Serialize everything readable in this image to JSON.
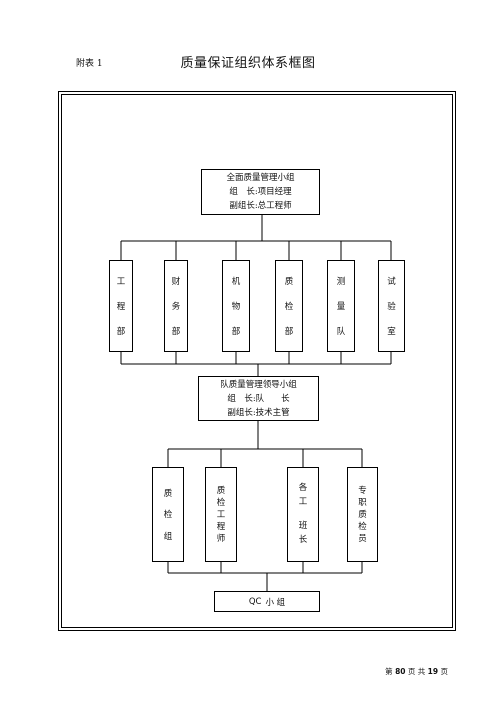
{
  "header": {
    "label": "附表 1",
    "title": "质量保证组织体系框图"
  },
  "top_group": {
    "line1": "全面质量管理小组",
    "line2": "组　长:项目经理",
    "line3": "副组长:总工程师"
  },
  "departments": [
    {
      "chars": [
        "工",
        "程",
        "部"
      ]
    },
    {
      "chars": [
        "财",
        "务",
        "部"
      ]
    },
    {
      "chars": [
        "机",
        "物",
        "部"
      ]
    },
    {
      "chars": [
        "质",
        "检",
        "部"
      ]
    },
    {
      "chars": [
        "测",
        "量",
        "队"
      ]
    },
    {
      "chars": [
        "试",
        "验",
        "室"
      ]
    }
  ],
  "mid_group": {
    "line1": "队质量管理领导小组",
    "line2": "组　长:队　　长",
    "line3": "副组长:技术主管"
  },
  "units": [
    {
      "chars": [
        "质",
        "检",
        "组"
      ]
    },
    {
      "chars": [
        "质",
        "检",
        "工",
        "程",
        "师"
      ]
    },
    {
      "chars": [
        "各",
        "工",
        "班",
        "长"
      ]
    },
    {
      "chars": [
        "专",
        "职",
        "质",
        "检",
        "员"
      ]
    }
  ],
  "qc": {
    "prefix": "QC",
    "text": "小 组"
  },
  "footer": {
    "pre": "第",
    "page": "80",
    "mid": "页 共",
    "total": "19",
    "post": "页"
  }
}
